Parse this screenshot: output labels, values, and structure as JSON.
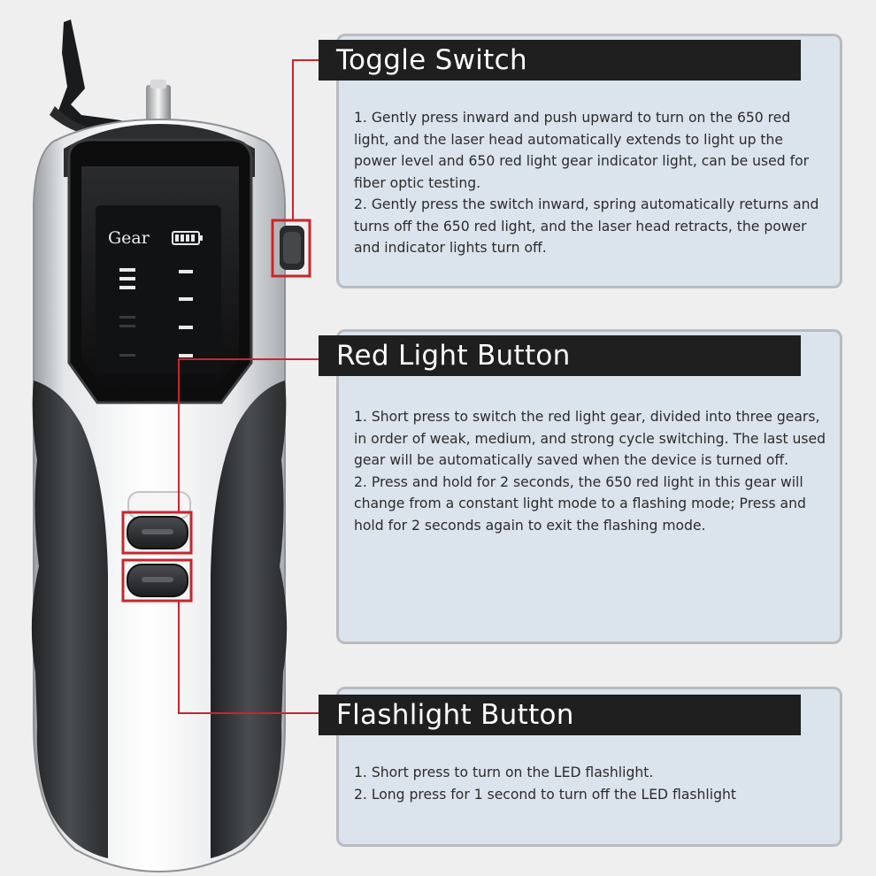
{
  "device": {
    "gear_label": "Gear",
    "icons": [
      "battery-icon",
      "toggle-switch-knob",
      "red-light-button",
      "flashlight-button"
    ]
  },
  "colors": {
    "accent": "#c8262c",
    "panel_bg": "#dbe3ec",
    "title_bg": "#1f1f1f",
    "page_bg": "#efefef"
  },
  "sections": [
    {
      "title": "Toggle Switch",
      "lines": [
        "1. Gently press inward and push upward to turn on the 650 red light, and the laser head automatically extends to light up the power level and 650 red light gear indicator light, can be used for fiber optic testing.",
        "2. Gently press the switch inward, spring automatically returns and turns off the 650 red light, and the laser head retracts, the power and indicator lights turn off."
      ]
    },
    {
      "title": "Red Light Button",
      "lines": [
        "1. Short press to switch the red light gear, divided into three gears, in order of weak, medium, and strong cycle switching. The last used gear will be automatically saved when the device is turned off.",
        "2. Press and hold for 2 seconds, the 650 red light in this gear will change from a constant light mode to a flashing mode; Press and hold for 2 seconds again to exit the flashing mode."
      ]
    },
    {
      "title": "Flashlight Button",
      "lines": [
        "1. Short press to turn on the LED flashlight.",
        "2. Long press for 1 second to turn off the LED flashlight"
      ]
    }
  ]
}
